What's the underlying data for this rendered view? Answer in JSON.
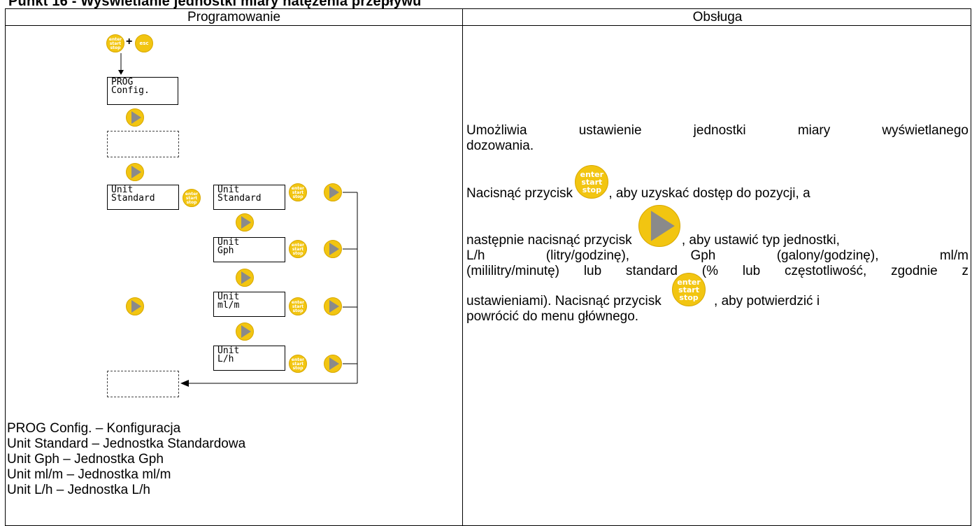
{
  "page": {
    "title": "Punkt 16 - Wyświetlanie jednostki miary natężenia przepływu",
    "col_left": "Programowanie",
    "col_right": "Obsługa"
  },
  "buttons": {
    "enter_lines": [
      "enter",
      "start",
      "stop"
    ],
    "esc": "esc",
    "plus": "+"
  },
  "displays": {
    "prog": [
      "PROG",
      "Config."
    ],
    "unit_standard_1": [
      "Unit",
      "Standard"
    ],
    "unit_standard_2": [
      "Unit",
      "Standard"
    ],
    "unit_gph": [
      "Unit",
      "Gph"
    ],
    "unit_mlm": [
      "Unit",
      "ml/m"
    ],
    "unit_lh": [
      "Unit",
      "L/h"
    ]
  },
  "legend": [
    "PROG Config. – Konfiguracja",
    "Unit Standard – Jednostka Standardowa",
    "Unit Gph – Jednostka Gph",
    "Unit ml/m – Jednostka ml/m",
    "Unit L/h – Jednostka L/h"
  ],
  "description": {
    "p1_line1": "Umożliwia ustawienie jednostki miary wyświetlanego",
    "p1_line2": "dozowania.",
    "p2_before": "Nacisnąć przycisk",
    "p2_after": ", aby uzyskać dostęp do pozycji, a",
    "p3_before": "następnie nacisnąć przycisk",
    "p3_after": ", aby ustawić typ jednostki,",
    "p3_line2": "L/h (litry/godzinę), Gph (galony/godzinę), ml/m",
    "p3_line3": "(mililitry/minutę) lub standard (% lub częstotliwość, zgodnie z",
    "p4_before": "ustawieniami). Nacisnąć przycisk",
    "p4_after": ", aby potwierdzić i",
    "p4_line2": "powrócić do menu głównego."
  },
  "colors": {
    "button_fill": "#f2c511",
    "arrow_fill": "#8a8a8a"
  }
}
